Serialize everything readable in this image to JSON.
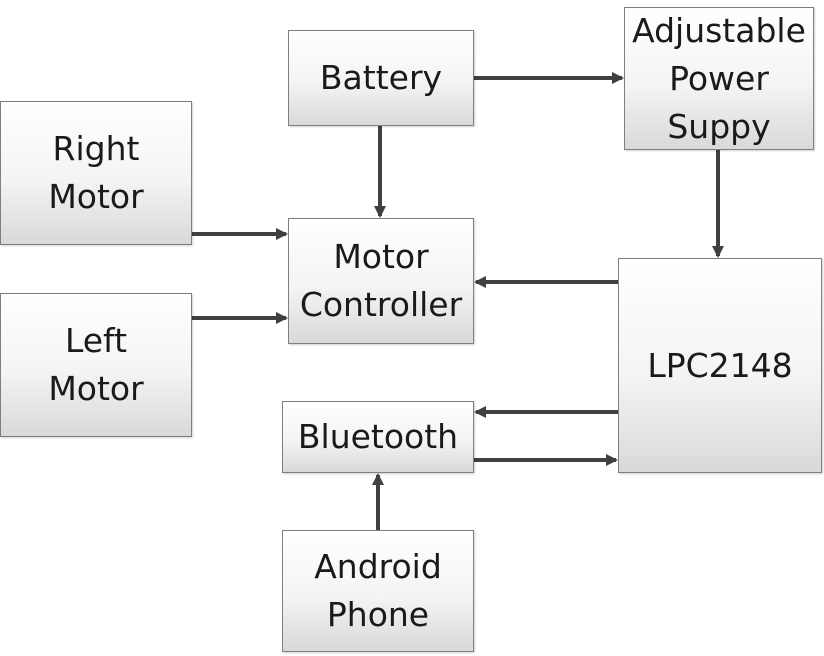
{
  "blocks": {
    "battery": "Battery",
    "adjustable_power_supply": "Adjustable\nPower\nSuppy",
    "right_motor": "Right\nMotor",
    "left_motor": "Left\nMotor",
    "motor_controller": "Motor\nController",
    "lpc2148": "LPC2148",
    "bluetooth": "Bluetooth",
    "android_phone": "Android\nPhone"
  },
  "connections": [
    {
      "from": "Battery",
      "to": "Adjustable Power Suppy"
    },
    {
      "from": "Battery",
      "to": "Motor Controller"
    },
    {
      "from": "Adjustable Power Suppy",
      "to": "LPC2148"
    },
    {
      "from": "Right Motor",
      "to": "Motor Controller"
    },
    {
      "from": "Left Motor",
      "to": "Motor Controller"
    },
    {
      "from": "LPC2148",
      "to": "Motor Controller"
    },
    {
      "from": "LPC2148",
      "to": "Bluetooth"
    },
    {
      "from": "Bluetooth",
      "to": "LPC2148"
    },
    {
      "from": "Android Phone",
      "to": "Bluetooth"
    }
  ]
}
